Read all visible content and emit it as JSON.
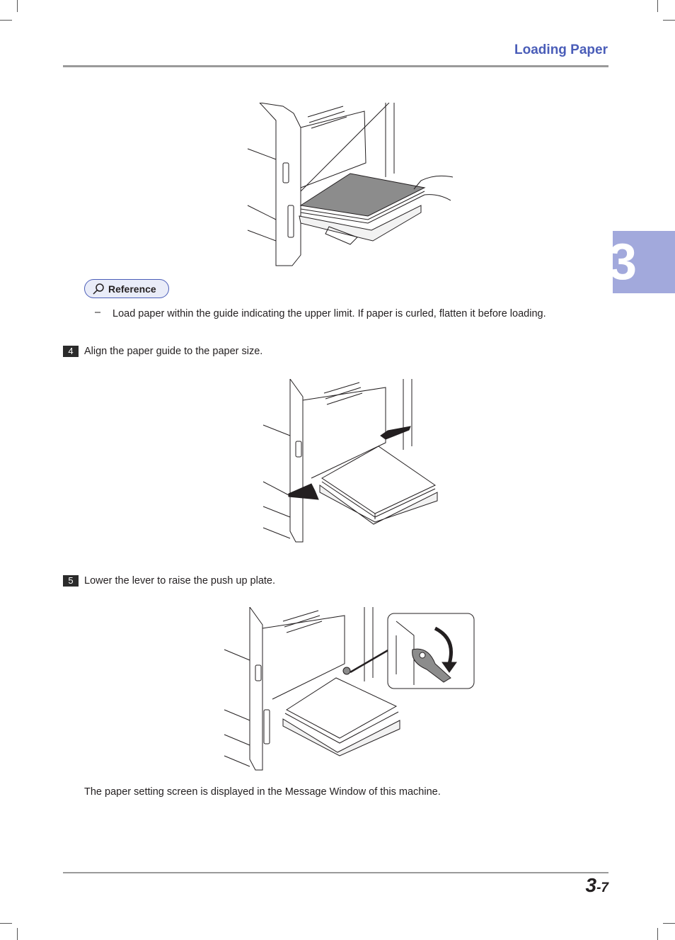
{
  "header": {
    "title": "Loading Paper"
  },
  "chapter_tab": "3",
  "figures": {
    "fig1": {
      "icon": "paper-loading-hand-illustration"
    },
    "fig2": {
      "icon": "paper-guide-arrows-illustration"
    },
    "fig3": {
      "icon": "lever-lowering-illustration"
    }
  },
  "reference": {
    "label": "Reference",
    "icon": "magnifier-icon",
    "items": [
      {
        "bullet": "–",
        "text": "Load paper within the guide indicating the upper limit. If paper is curled, flatten it before loading."
      }
    ]
  },
  "steps": [
    {
      "num": "4",
      "text": "Align the paper guide to the paper size."
    },
    {
      "num": "5",
      "text": "Lower the lever to raise the push up plate."
    }
  ],
  "note": "The paper setting screen is displayed in the Message Window of this machine.",
  "footer": {
    "chapter": "3",
    "page": "-7"
  },
  "colors": {
    "accent": "#4a5db8",
    "tab": "#a2a9dc",
    "rule": "#9a9a9a"
  }
}
